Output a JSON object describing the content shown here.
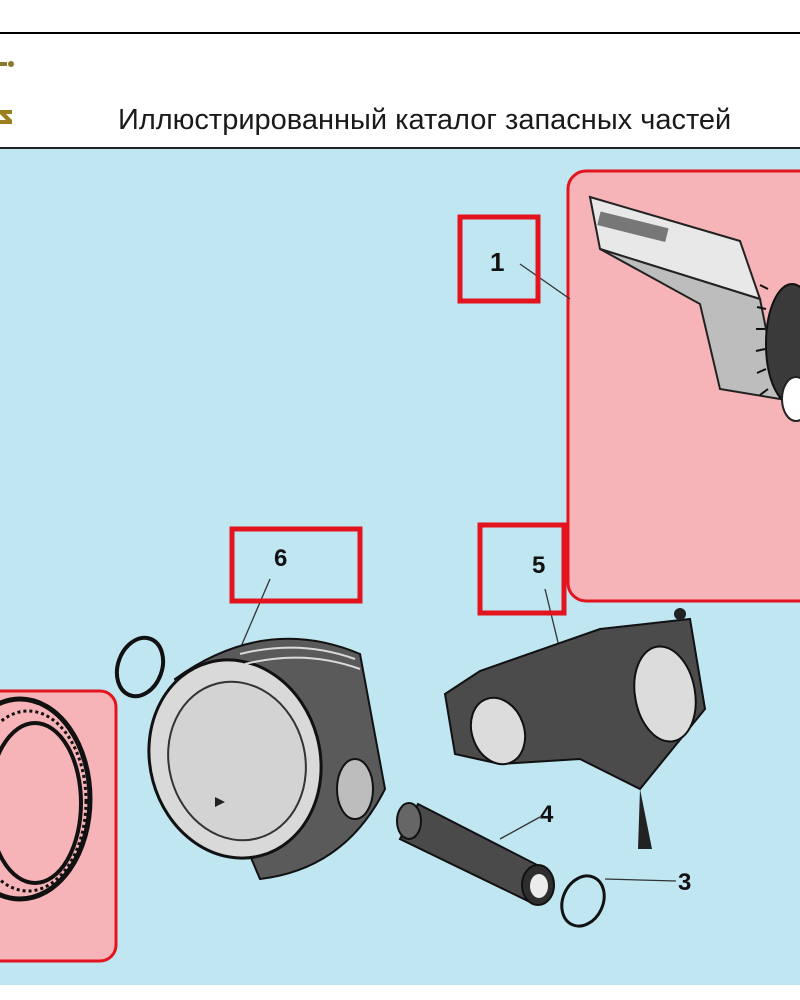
{
  "header": {
    "title": "Иллюстрированный каталог запасных частей"
  },
  "callouts": {
    "c1": "1",
    "c3": "3",
    "c4": "4",
    "c5": "5",
    "c6": "6"
  },
  "colors": {
    "background": "#bfe6f1",
    "highlight_box": "#e3141e",
    "highlight_fill": "#f7b4b8",
    "part_dark": "#3a3a3a",
    "part_light": "#d9d9d9"
  }
}
